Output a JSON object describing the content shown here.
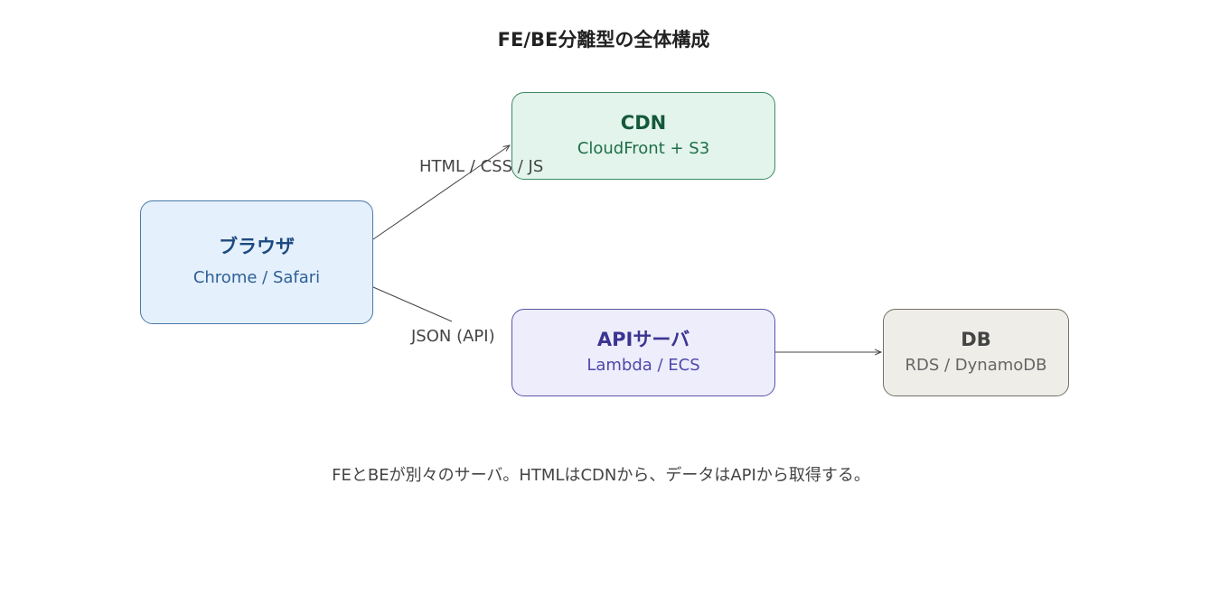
{
  "title": "FE/BE分離型の全体構成",
  "nodes": {
    "browser": {
      "name": "ブラウザ",
      "sub": "Chrome / Safari"
    },
    "cdn": {
      "name": "CDN",
      "sub": "CloudFront + S3"
    },
    "api": {
      "name": "APIサーバ",
      "sub": "Lambda / ECS"
    },
    "db": {
      "name": "DB",
      "sub": "RDS / DynamoDB"
    }
  },
  "edges": {
    "browser_cdn": "HTML / CSS / JS",
    "browser_api": "JSON (API)"
  },
  "caption": "FEとBEが別々のサーバ。HTMLはCDNから、データはAPIから取得する。",
  "colors": {
    "browser": "#e4f0fb",
    "cdn": "#e2f4ec",
    "api": "#eeedfb",
    "db": "#eeede8"
  }
}
